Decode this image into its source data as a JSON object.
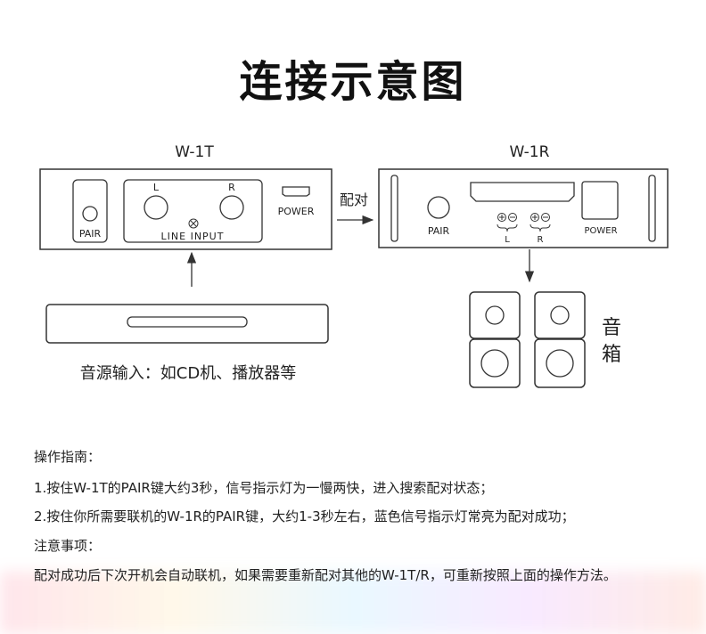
{
  "title": "连接示意图",
  "transmitter": {
    "name": "W-1T",
    "pair": "PAIR",
    "left": "L",
    "right": "R",
    "line_input": "LINE INPUT",
    "power": "POWER"
  },
  "receiver": {
    "name": "W-1R",
    "pair": "PAIR",
    "left": "L",
    "right": "R",
    "power": "POWER"
  },
  "pair_arrow_label": "配对",
  "source_label": "音源输入：如CD机、播放器等",
  "speakers_label": [
    "音",
    "箱"
  ],
  "instructions": {
    "heading": "操作指南：",
    "steps": [
      "1.按住W-1T的PAIR键大约3秒，信号指示灯为一慢两快，进入搜索配对状态；",
      "2.按住你所需要联机的W-1R的PAIR键，大约1-3秒左右，蓝色信号指示灯常亮为配对成功；"
    ]
  },
  "notes": {
    "heading": "注意事项：",
    "text": "配对成功后下次开机会自动联机，如果需要重新配对其他的W-1T/R，可重新按照上面的操作方法。"
  }
}
